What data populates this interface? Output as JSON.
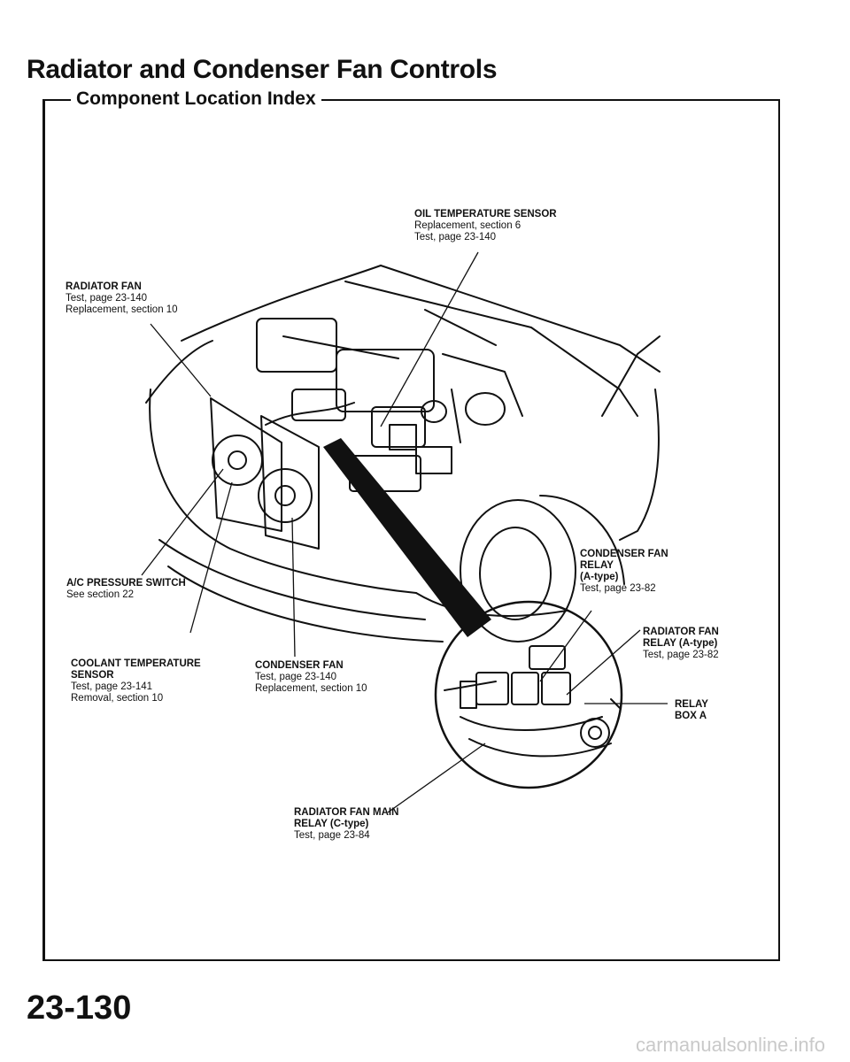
{
  "header": {
    "title": "Radiator and Condenser Fan Controls",
    "subtitle": "Component Location Index"
  },
  "callouts": {
    "oil_sensor": {
      "name": "OIL TEMPERATURE SENSOR",
      "line1": "Replacement, section 6",
      "line2": "Test, page 23-140"
    },
    "radiator_fan": {
      "name": "RADIATOR FAN",
      "line1": "Test, page 23-140",
      "line2": "Replacement, section 10"
    },
    "ac_switch": {
      "name": "A/C PRESSURE SWITCH",
      "line1": "See section 22"
    },
    "coolant_sensor": {
      "name1": "COOLANT TEMPERATURE",
      "name2": "SENSOR",
      "line1": "Test, page 23-141",
      "line2": "Removal, section 10"
    },
    "condenser_fan": {
      "name": "CONDENSER FAN",
      "line1": "Test, page 23-140",
      "line2": "Replacement, section 10"
    },
    "condenser_relay": {
      "name1": "CONDENSER FAN",
      "name2": "RELAY",
      "name3": "(A-type)",
      "line1": "Test, page 23-82"
    },
    "radiator_relay": {
      "name1": "RADIATOR FAN",
      "name2": "RELAY (A-type)",
      "line1": "Test, page 23-82"
    },
    "relay_box": {
      "name1": "RELAY",
      "name2": "BOX A"
    },
    "main_relay": {
      "name1": "RADIATOR FAN MAIN",
      "name2": "RELAY (C-type)",
      "line1": "Test, page 23-84"
    }
  },
  "footer": {
    "page_number": "23-130",
    "watermark": "carmanualsonline.info"
  }
}
